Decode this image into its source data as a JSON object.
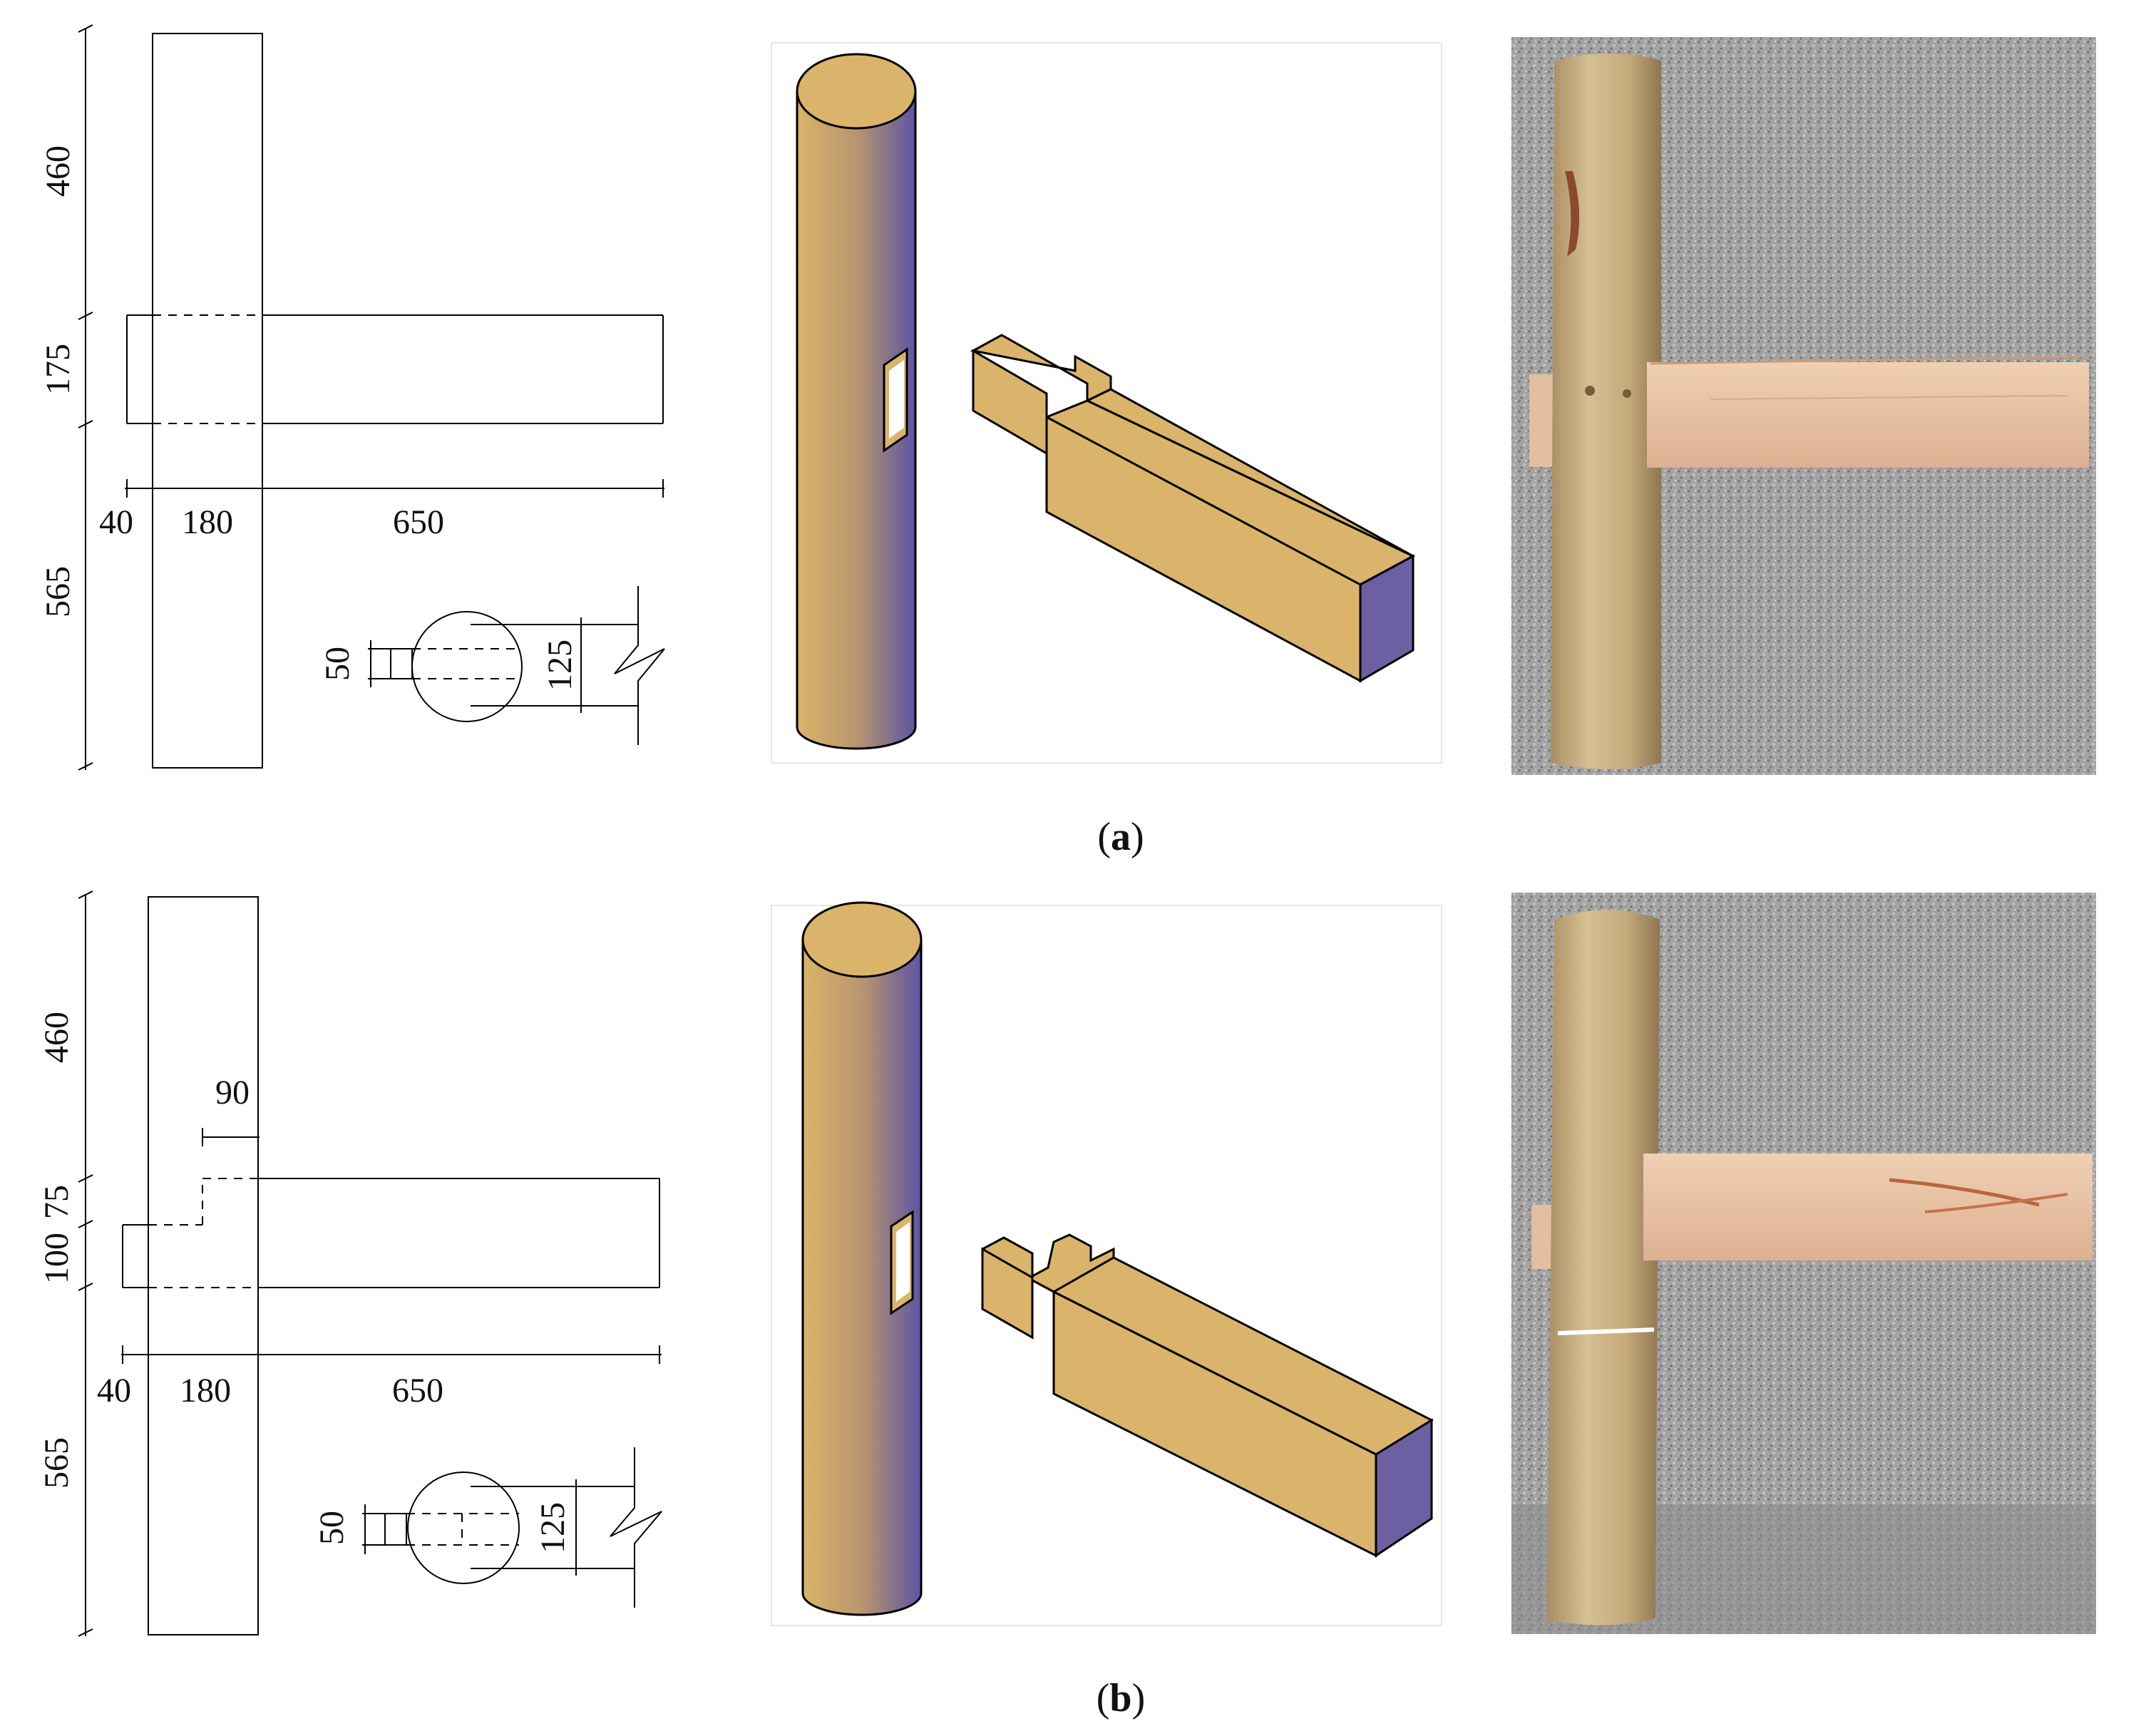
{
  "panels": [
    {
      "caption_letter": "a",
      "dims": {
        "top": "460",
        "beam_depth": "175",
        "bottom": "565",
        "overhang": "40",
        "column_width": "180",
        "beam_length": "650",
        "tenon_width": "50",
        "section_width": "125"
      }
    },
    {
      "caption_letter": "b",
      "dims": {
        "top": "460",
        "step": "90",
        "upper_depth": "75",
        "lower_depth": "100",
        "bottom": "565",
        "overhang": "40",
        "column_width": "180",
        "beam_length": "650",
        "tenon_width": "50",
        "section_width": "125"
      }
    }
  ],
  "colors": {
    "wood_light": "#d9b46a",
    "wood_mid": "#b9966e",
    "wood_shadow": "#6c5fa2",
    "photo_ground": "#9c9c9c",
    "photo_log": "#c7ad82",
    "photo_beam": "#e8c3a3"
  }
}
